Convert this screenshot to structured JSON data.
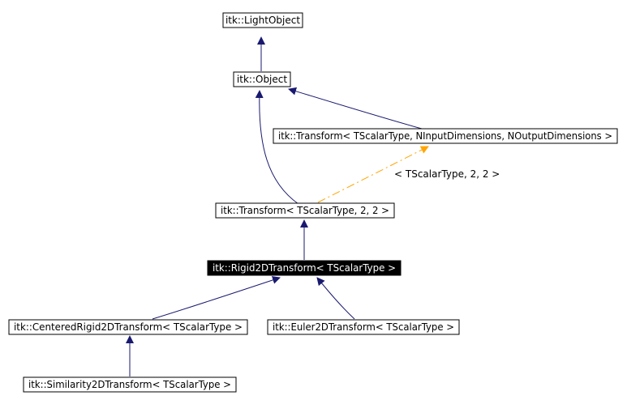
{
  "diagram": {
    "nodes": [
      {
        "id": "light-object",
        "label": "itk::LightObject",
        "highlight": false
      },
      {
        "id": "object",
        "label": "itk::Object",
        "highlight": false
      },
      {
        "id": "transform-generic",
        "label": "itk::Transform< TScalarType, NInputDimensions, NOutputDimensions >",
        "highlight": false
      },
      {
        "id": "transform-2-2",
        "label": "itk::Transform< TScalarType, 2, 2 >",
        "highlight": false
      },
      {
        "id": "rigid2d",
        "label": "itk::Rigid2DTransform< TScalarType >",
        "highlight": true
      },
      {
        "id": "centered-rigid2d",
        "label": "itk::CenteredRigid2DTransform< TScalarType >",
        "highlight": false
      },
      {
        "id": "euler2d",
        "label": "itk::Euler2DTransform< TScalarType >",
        "highlight": false
      },
      {
        "id": "similarity2d",
        "label": "itk::Similarity2DTransform< TScalarType >",
        "highlight": false
      }
    ],
    "edges": [
      {
        "from": "object",
        "to": "light-object",
        "kind": "inheritance"
      },
      {
        "from": "transform-generic",
        "to": "object",
        "kind": "inheritance"
      },
      {
        "from": "transform-2-2",
        "to": "object",
        "kind": "inheritance"
      },
      {
        "from": "transform-2-2",
        "to": "transform-generic",
        "kind": "template-instance",
        "label": "< TScalarType, 2, 2 >"
      },
      {
        "from": "rigid2d",
        "to": "transform-2-2",
        "kind": "inheritance"
      },
      {
        "from": "centered-rigid2d",
        "to": "rigid2d",
        "kind": "inheritance"
      },
      {
        "from": "euler2d",
        "to": "rigid2d",
        "kind": "inheritance"
      },
      {
        "from": "similarity2d",
        "to": "centered-rigid2d",
        "kind": "inheritance"
      }
    ],
    "colors": {
      "inheritance_edge": "#191970",
      "template_edge": "#ffa500",
      "node_border": "#000000",
      "node_fill": "#ffffff",
      "highlight_fill": "#000000",
      "highlight_text": "#ffffff",
      "text": "#000000"
    }
  }
}
